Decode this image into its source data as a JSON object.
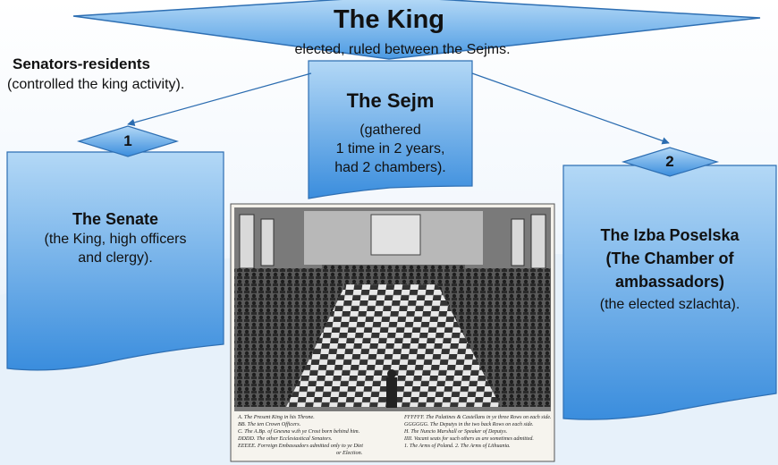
{
  "king": {
    "title": "The King",
    "subtitle": "elected, ruled between the Sejms."
  },
  "senators": {
    "title": "Senators-residents",
    "subtitle": "(controlled the king activity)."
  },
  "sejm": {
    "title": "The Sejm",
    "lines": [
      "(gathered",
      "1 time in 2 years,",
      "had 2 chambers)."
    ]
  },
  "senate": {
    "title": "The Senate",
    "lines": [
      "(the King, high officers",
      "and clergy)."
    ]
  },
  "izba": {
    "title_lines": [
      "The Izba Poselska",
      "(The Chamber of",
      "ambassadors)"
    ],
    "subtitle": "(the elected szlachta)."
  },
  "markers": {
    "left": "1",
    "right": "2"
  },
  "engraving": {
    "legend_left": [
      "A. The Present King in his Throne.",
      "BB. The ten Crown Officers.",
      "C. The A.Bp. of Gnesna w.th ye Crost born behind him.",
      "DDDD. The other Ecclesiastical Senators.",
      "EEEEE. Forreign Embassadors admitted only to ye Diet",
      "or Election."
    ],
    "legend_right": [
      "FFFFFF. The Palatines & Castellans in ye three Rows on each side.",
      "GGGGGG. The Deputys in the two back Rows on each side.",
      "H. The Nuncio Marshall or Speaker of Deputys.",
      "IIII. Vacant seats for such others as are sometimes admitted.",
      "1. The Arms of Poland.   2. The Arms of Lithuania."
    ]
  },
  "colors": {
    "shape_fill_top": "#a9d2f4",
    "shape_fill_bottom": "#3b8fde",
    "shape_stroke": "#2e6fb3",
    "arrow": "#2b6cb0"
  }
}
